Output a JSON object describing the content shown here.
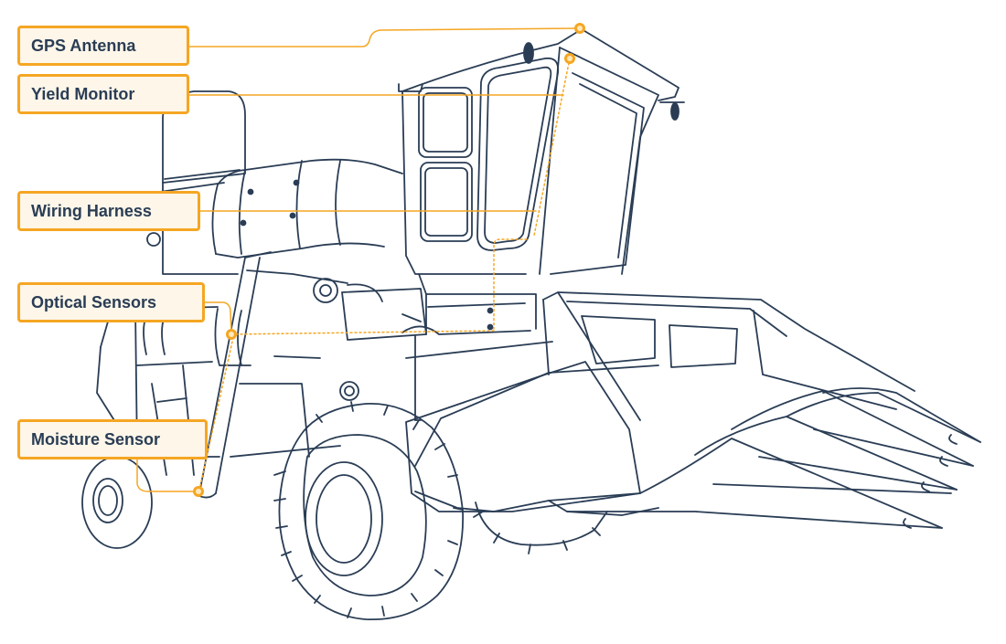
{
  "labels": {
    "gps_antenna": "GPS Antenna",
    "yield_monitor": "Yield Monitor",
    "wiring_harness": "Wiring Harness",
    "optical_sensors": "Optical Sensors",
    "moisture_sensor": "Moisture Sensor"
  },
  "colors": {
    "line_art": "#2a3d55",
    "accent": "#f5a623",
    "label_fill": "#fdf6e9",
    "background": "#ffffff"
  }
}
